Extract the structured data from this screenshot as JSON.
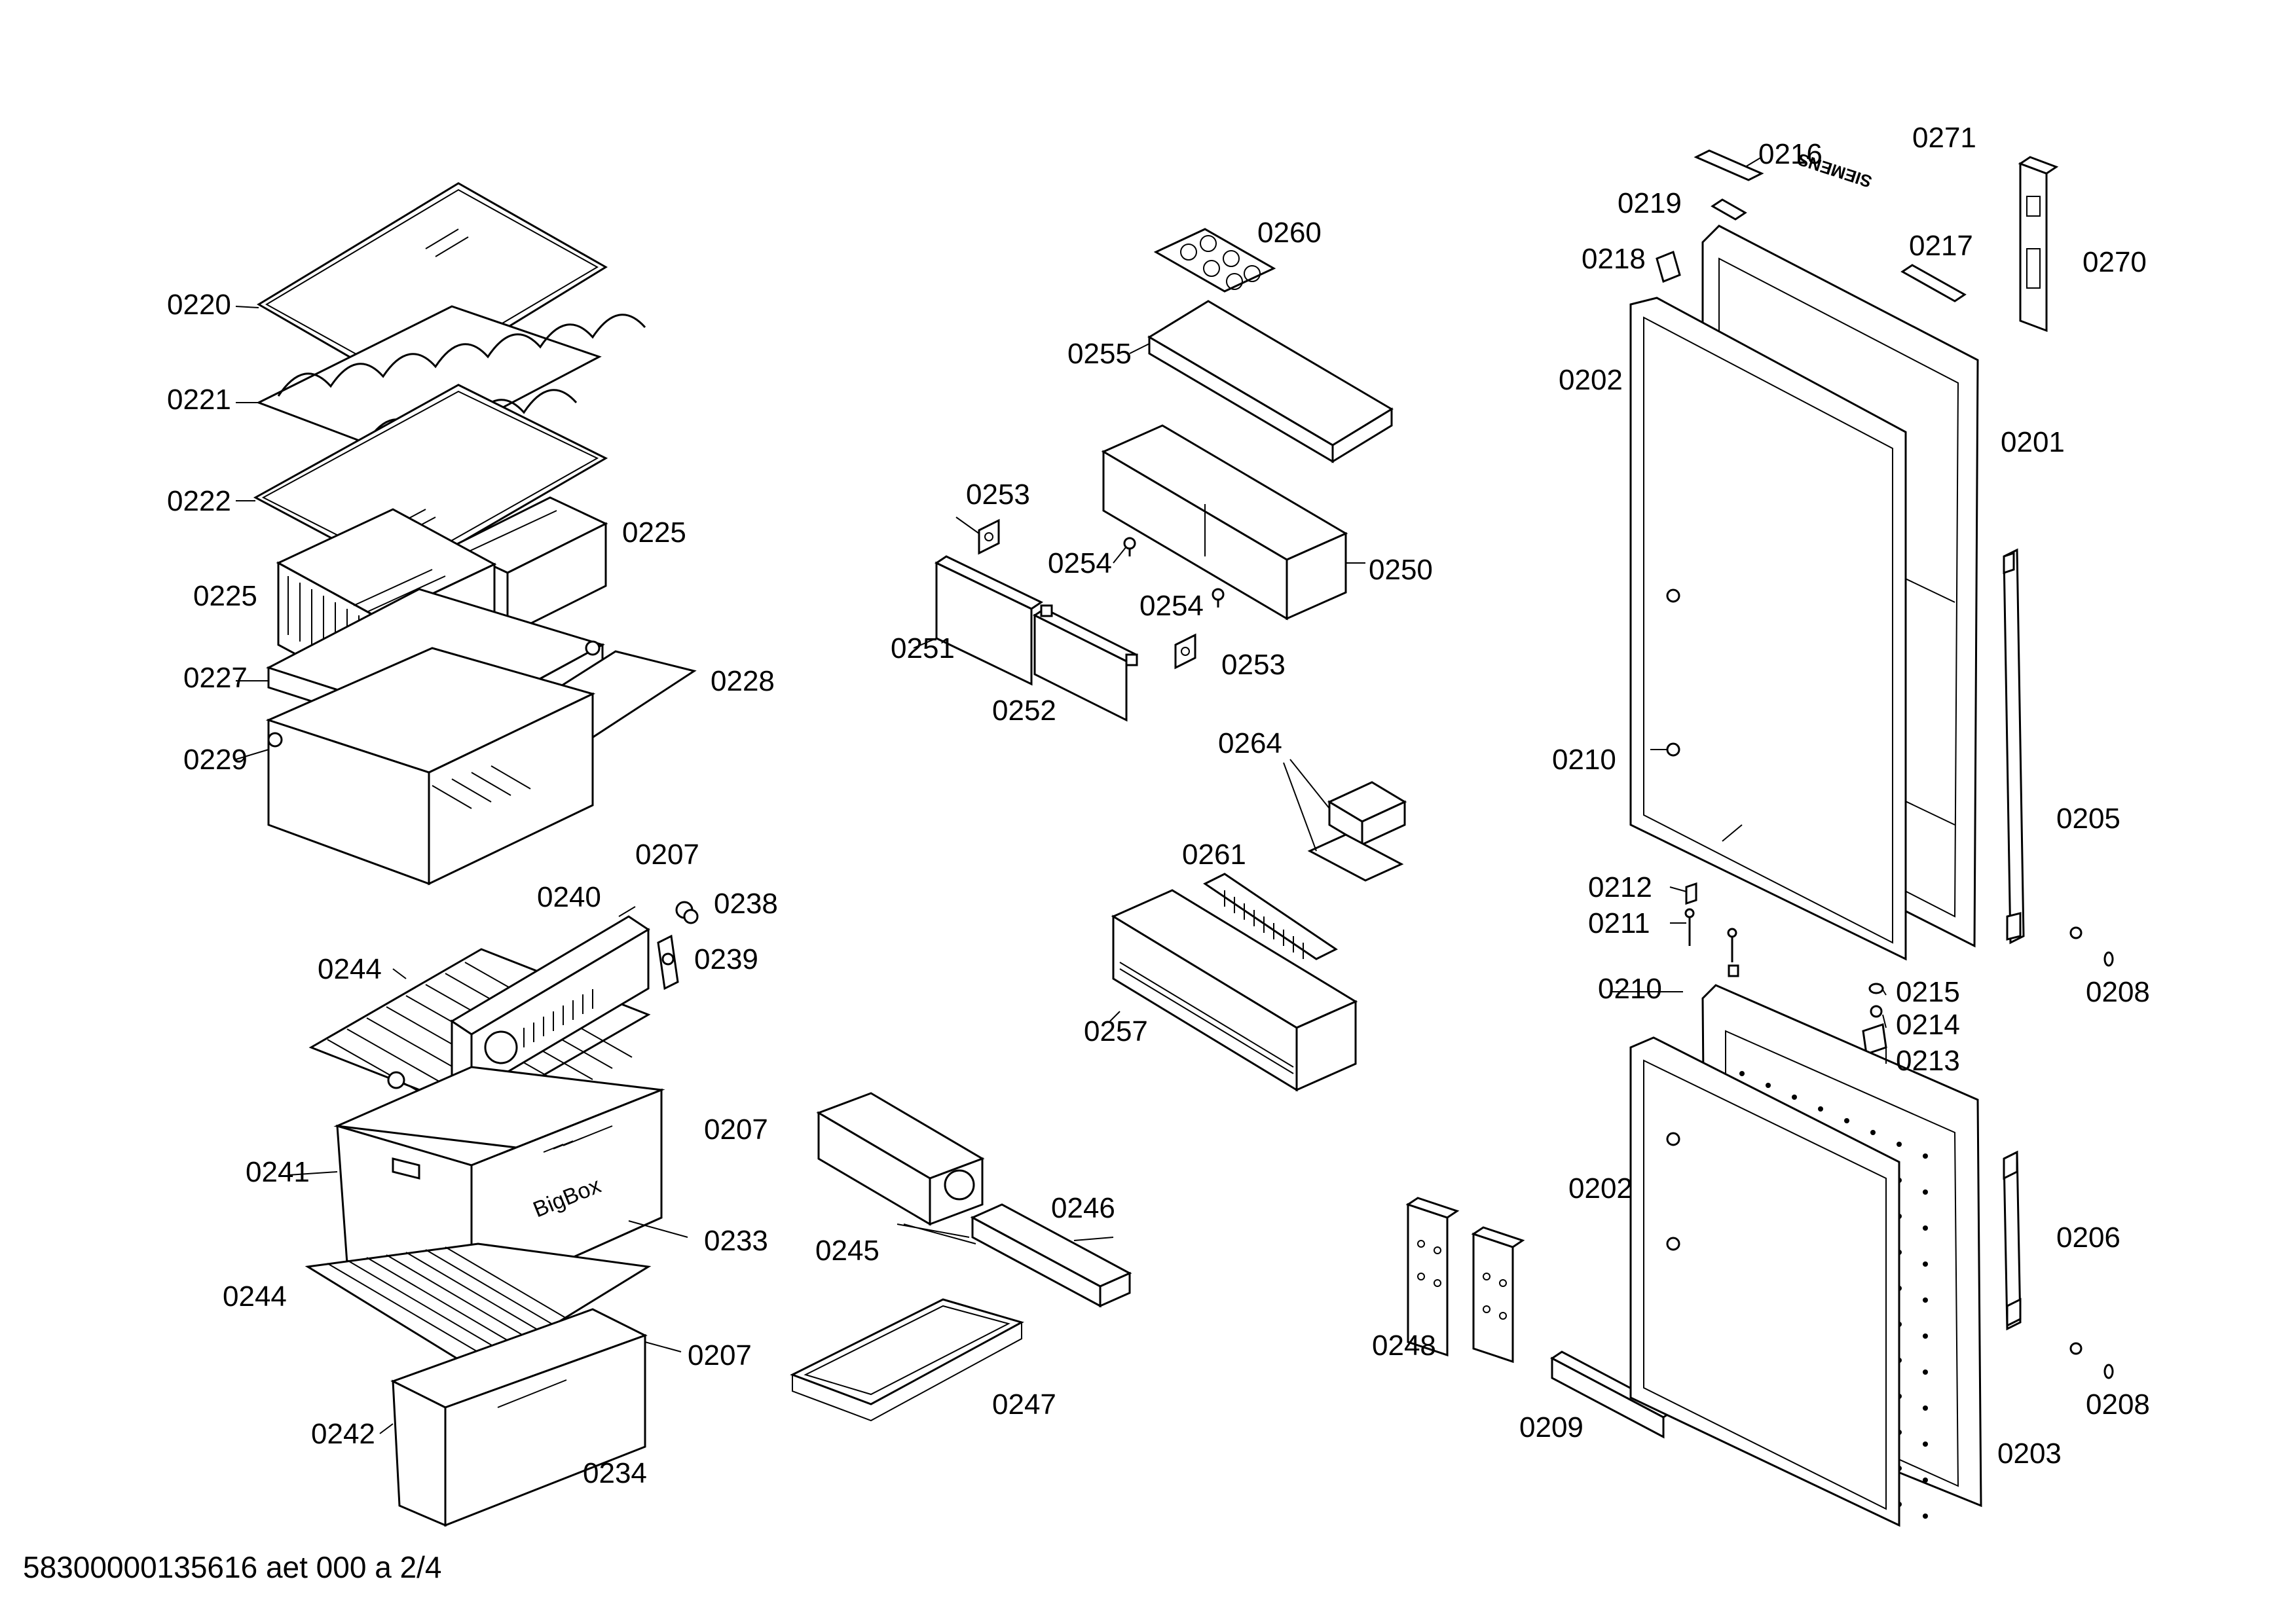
{
  "labels": {
    "p0220": "0220",
    "p0221": "0221",
    "p0222": "0222",
    "p0225a": "0225",
    "p0225b": "0225",
    "p0227": "0227",
    "p0228": "0228",
    "p0229": "0229",
    "p0207a": "0207",
    "p0207b": "0207",
    "p0207c": "0207",
    "p0238": "0238",
    "p0239": "0239",
    "p0240": "0240",
    "p0241": "0241",
    "p0242": "0242",
    "p0244a": "0244",
    "p0244b": "0244",
    "p0233": "0233",
    "p0234": "0234",
    "p0245": "0245",
    "p0246": "0246",
    "p0247": "0247",
    "p0260": "0260",
    "p0255": "0255",
    "p0253a": "0253",
    "p0253b": "0253",
    "p0254a": "0254",
    "p0254b": "0254",
    "p0250": "0250",
    "p0251": "0251",
    "p0252": "0252",
    "p0264": "0264",
    "p0261": "0261",
    "p0257": "0257",
    "p0248": "0248",
    "p0209": "0209",
    "p0216": "0216",
    "p0271": "0271",
    "p0219": "0219",
    "p0218": "0218",
    "p0217": "0217",
    "p0270": "0270",
    "p0202a": "0202",
    "p0202b": "0202",
    "p0201": "0201",
    "p0210a": "0210",
    "p0210b": "0210",
    "p0205": "0205",
    "p0212": "0212",
    "p0211": "0211",
    "p0215": "0215",
    "p0214": "0214",
    "p0213": "0213",
    "p0208a": "0208",
    "p0208b": "0208",
    "p0206": "0206",
    "p0203": "0203"
  },
  "part_text": {
    "bigbox": "BigBox",
    "siemens": "SIEMENS"
  },
  "footer": "58300000135616 aet 000 a 2/4"
}
